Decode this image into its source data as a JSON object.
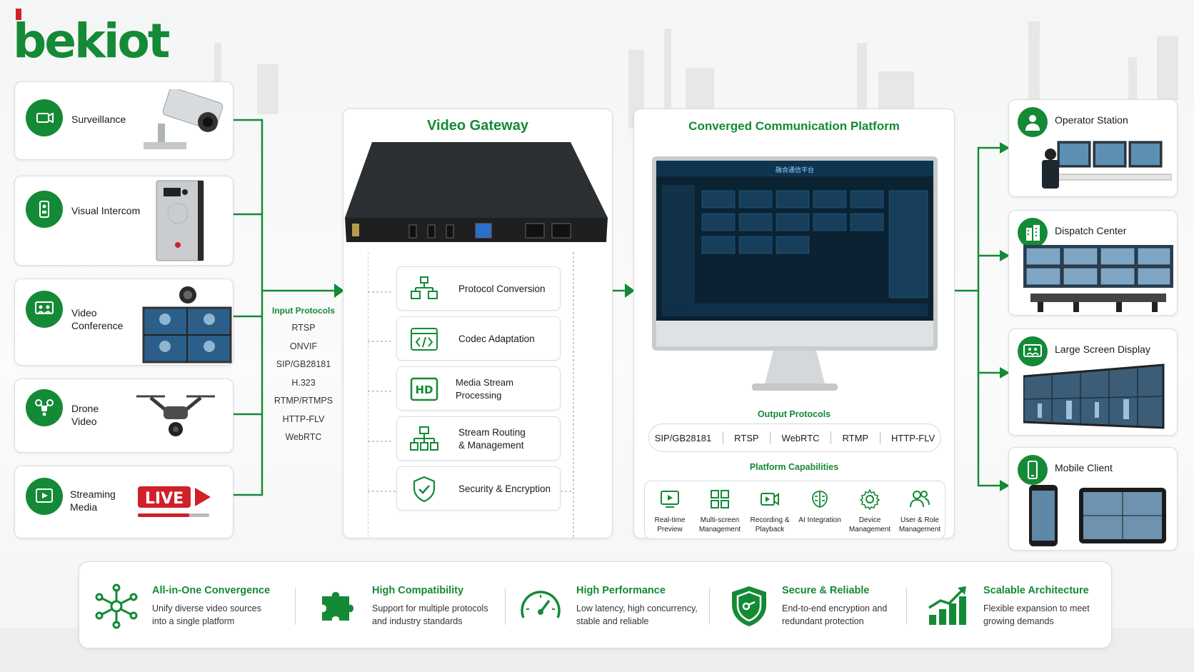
{
  "brand": {
    "logo_text": "bekiot",
    "green": "#148a36",
    "red": "#d0202a"
  },
  "sources": [
    {
      "label": "Surveillance",
      "icon": "camera-icon"
    },
    {
      "label": "Visual Intercom",
      "icon": "intercom-icon"
    },
    {
      "label": "Video Conference",
      "icon": "conference-icon"
    },
    {
      "label": "Drone Video",
      "icon": "drone-icon"
    },
    {
      "label": "Streaming Media",
      "icon": "play-icon"
    }
  ],
  "live_badge": "LIVE",
  "input_protocols": {
    "title": "Input Protocols",
    "items": [
      "RTSP",
      "ONVIF",
      "SIP/GB28181",
      "H.323",
      "RTMP/RTMPS",
      "HTTP-FLV",
      "WebRTC"
    ]
  },
  "gateway": {
    "title": "Video Gateway",
    "functions": [
      {
        "label": "Protocol Conversion",
        "icon": "network-icon"
      },
      {
        "label": "Codec Adaptation",
        "icon": "code-icon"
      },
      {
        "label": "Media Stream Processing",
        "icon": "hd-icon",
        "badge": "HD"
      },
      {
        "label": "Stream Routing & Management",
        "line1": "Stream Routing",
        "line2": "& Management",
        "icon": "hierarchy-icon"
      },
      {
        "label": "Security & Encryption",
        "icon": "shield-check-icon"
      }
    ]
  },
  "platform": {
    "title": "Converged Communication Platform",
    "screen_title": "融合通信平台",
    "output_protocols_title": "Output Protocols",
    "output_protocols": [
      "SIP/GB28181",
      "RTSP",
      "WebRTC",
      "RTMP",
      "HTTP-FLV"
    ],
    "capabilities_title": "Platform Capabilities",
    "capabilities": [
      {
        "line1": "Real-time",
        "line2": "Preview",
        "icon": "preview-icon"
      },
      {
        "line1": "Multi-screen",
        "line2": "Management",
        "icon": "grid-icon"
      },
      {
        "line1": "Recording &",
        "line2": "Playback",
        "icon": "record-icon"
      },
      {
        "line1": "AI Integration",
        "line2": "",
        "icon": "brain-icon"
      },
      {
        "line1": "Device",
        "line2": "Management",
        "icon": "gear-icon"
      },
      {
        "line1": "User & Role",
        "line2": "Management",
        "icon": "users-icon"
      }
    ]
  },
  "destinations": [
    {
      "label": "Operator Station",
      "icon": "operator-icon"
    },
    {
      "label": "Dispatch Center",
      "icon": "building-icon"
    },
    {
      "label": "Large Screen Display",
      "icon": "display-icon"
    },
    {
      "label": "Mobile Client",
      "icon": "mobile-icon"
    }
  ],
  "benefits": [
    {
      "title": "All-in-One Convergence",
      "line1": "Unify diverse video sources",
      "line2": "into a single platform",
      "icon": "hub-icon"
    },
    {
      "title": "High Compatibility",
      "line1": "Support for multiple protocols",
      "line2": "and industry standards",
      "icon": "puzzle-icon"
    },
    {
      "title": "High Performance",
      "line1": "Low latency, high concurrency,",
      "line2": "stable and reliable",
      "icon": "gauge-icon"
    },
    {
      "title": "Secure & Reliable",
      "line1": "End-to-end encryption and",
      "line2": "redundant protection",
      "icon": "shield-icon"
    },
    {
      "title": "Scalable Architecture",
      "line1": "Flexible expansion to meet",
      "line2": "growing demands",
      "icon": "growth-chart-icon"
    }
  ]
}
